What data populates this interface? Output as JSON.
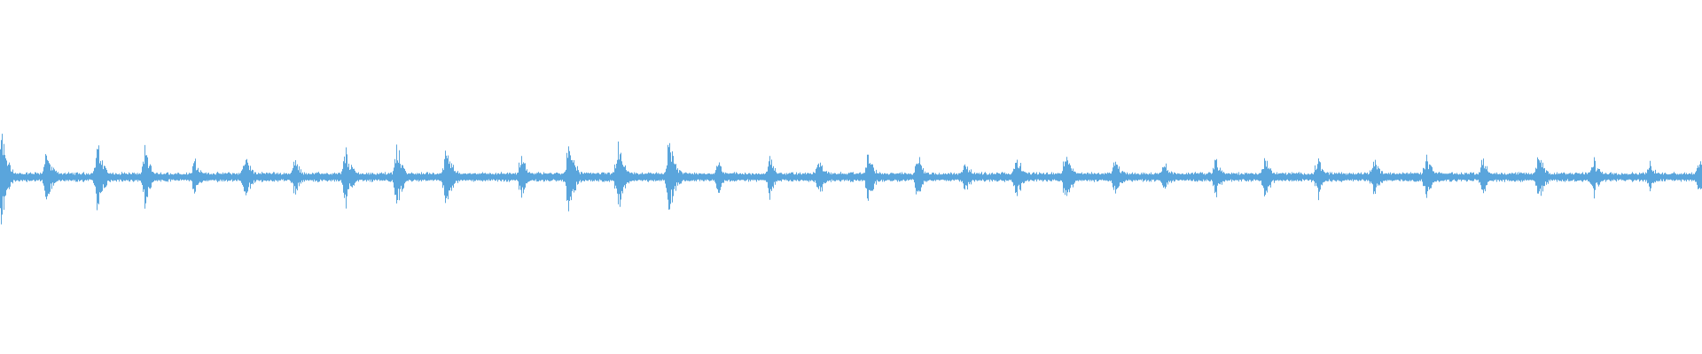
{
  "waveform": {
    "color": "#5aa5dc",
    "background": "#ffffff",
    "baseline_amplitude": 0.03,
    "bursts": [
      {
        "at": 0.0005,
        "amp": 0.34
      },
      {
        "at": 0.027,
        "amp": 0.2
      },
      {
        "at": 0.057,
        "amp": 0.25
      },
      {
        "at": 0.085,
        "amp": 0.19
      },
      {
        "at": 0.114,
        "amp": 0.14
      },
      {
        "at": 0.144,
        "amp": 0.17
      },
      {
        "at": 0.173,
        "amp": 0.14
      },
      {
        "at": 0.203,
        "amp": 0.2
      },
      {
        "at": 0.233,
        "amp": 0.23
      },
      {
        "at": 0.262,
        "amp": 0.24
      },
      {
        "at": 0.306,
        "amp": 0.16
      },
      {
        "at": 0.334,
        "amp": 0.25
      },
      {
        "at": 0.363,
        "amp": 0.25
      },
      {
        "at": 0.393,
        "amp": 0.26
      },
      {
        "at": 0.422,
        "amp": 0.13
      },
      {
        "at": 0.452,
        "amp": 0.15
      },
      {
        "at": 0.481,
        "amp": 0.14
      },
      {
        "at": 0.51,
        "amp": 0.18
      },
      {
        "at": 0.539,
        "amp": 0.16
      },
      {
        "at": 0.567,
        "amp": 0.13
      },
      {
        "at": 0.597,
        "amp": 0.17
      },
      {
        "at": 0.626,
        "amp": 0.2
      },
      {
        "at": 0.655,
        "amp": 0.15
      },
      {
        "at": 0.684,
        "amp": 0.13
      },
      {
        "at": 0.714,
        "amp": 0.15
      },
      {
        "at": 0.743,
        "amp": 0.16
      },
      {
        "at": 0.774,
        "amp": 0.15
      },
      {
        "at": 0.807,
        "amp": 0.16
      },
      {
        "at": 0.838,
        "amp": 0.17
      },
      {
        "at": 0.871,
        "amp": 0.14
      },
      {
        "at": 0.904,
        "amp": 0.19
      },
      {
        "at": 0.936,
        "amp": 0.14
      },
      {
        "at": 0.969,
        "amp": 0.11
      },
      {
        "at": 0.998,
        "amp": 0.14
      }
    ]
  }
}
